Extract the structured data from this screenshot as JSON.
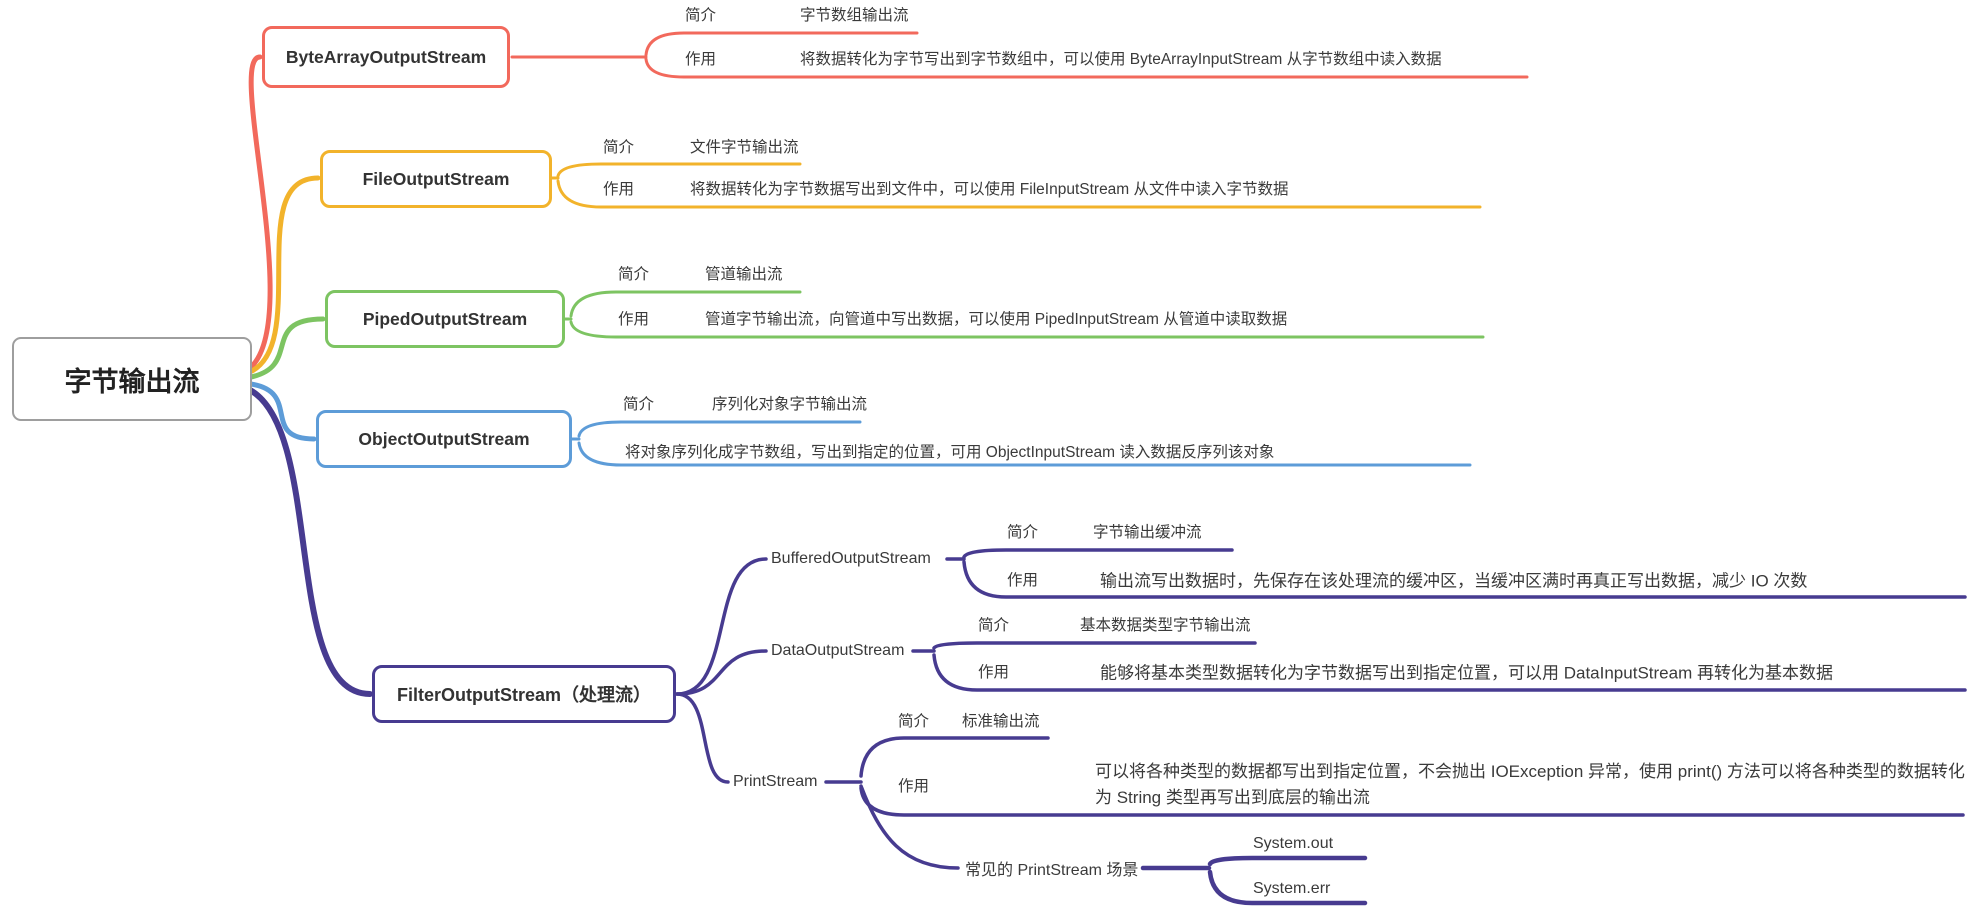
{
  "root": {
    "label": "字节输出流"
  },
  "colors": {
    "byte_array": "#f2695c",
    "file": "#f2b32b",
    "piped": "#7dc462",
    "object": "#5d9cd8",
    "filter": "#473b90",
    "root_border": "#9e9e9e",
    "text": "#3a3a3a"
  },
  "branches": {
    "byte_array": {
      "title": "ByteArrayOutputStream",
      "intro_label": "简介",
      "intro": "字节数组输出流",
      "role_label": "作用",
      "role": "将数据转化为字节写出到字节数组中，可以使用 ByteArrayInputStream 从字节数组中读入数据"
    },
    "file": {
      "title": "FileOutputStream",
      "intro_label": "简介",
      "intro": "文件字节输出流",
      "role_label": "作用",
      "role": "将数据转化为字节数据写出到文件中，可以使用 FileInputStream 从文件中读入字节数据"
    },
    "piped": {
      "title": "PipedOutputStream",
      "intro_label": "简介",
      "intro": "管道输出流",
      "role_label": "作用",
      "role": "管道字节输出流，向管道中写出数据，可以使用 PipedInputStream 从管道中读取数据"
    },
    "object": {
      "title": "ObjectOutputStream",
      "intro_label": "简介",
      "intro": "序列化对象字节输出流",
      "role": "将对象序列化成字节数组，写出到指定的位置，可用 ObjectInputStream 读入数据反序列该对象"
    },
    "filter": {
      "title": "FilterOutputStream（处理流）",
      "children": {
        "buffered": {
          "title": "BufferedOutputStream",
          "intro_label": "简介",
          "intro": "字节输出缓冲流",
          "role_label": "作用",
          "role": "输出流写出数据时，先保存在该处理流的缓冲区，当缓冲区满时再真正写出数据，减少 IO 次数"
        },
        "data": {
          "title": "DataOutputStream",
          "intro_label": "简介",
          "intro": "基本数据类型字节输出流",
          "role_label": "作用",
          "role": "能够将基本类型数据转化为字节数据写出到指定位置，可以用 DataInputStream 再转化为基本数据"
        },
        "print": {
          "title": "PrintStream",
          "intro_label": "简介",
          "intro": "标准输出流",
          "role_label": "作用",
          "role": "可以将各种类型的数据都写出到指定位置，不会抛出 IOException 异常，使用 print() 方法可以将各种类型的数据转化为 String 类型再写出到底层的输出流"
        },
        "print_scenarios": {
          "title": "常见的 PrintStream 场景",
          "items": [
            "System.out",
            "System.err"
          ]
        }
      }
    }
  }
}
